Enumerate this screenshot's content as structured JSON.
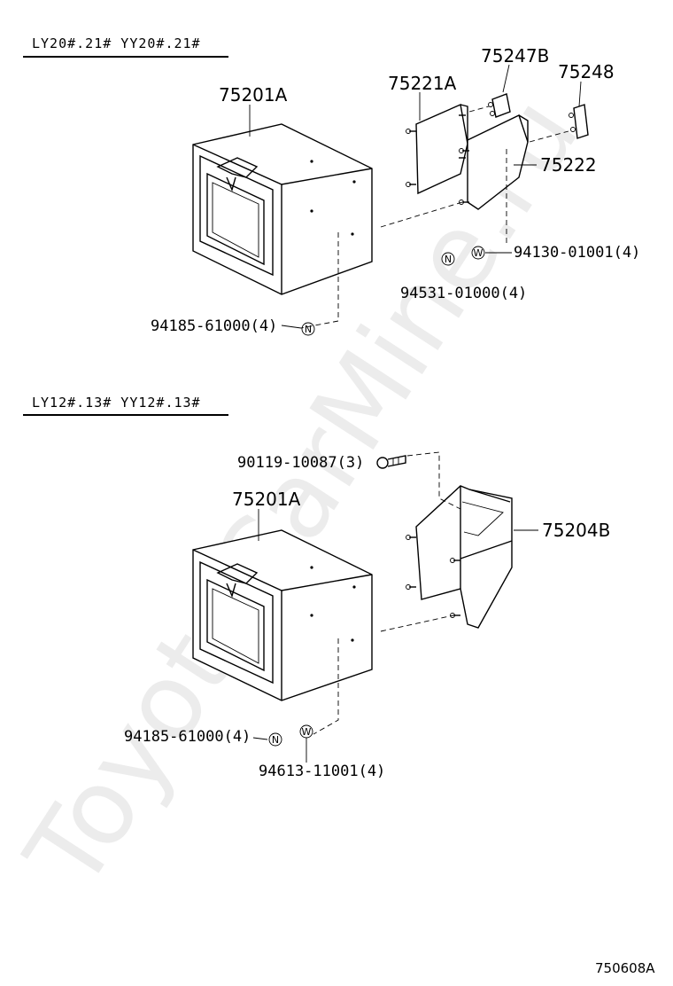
{
  "sections": [
    {
      "header": "LY20#.21# YY20#.21#",
      "labels": {
        "box": "75201A",
        "bracket_a": "75221A",
        "bracket_b": "75247B",
        "bracket_c": "75248",
        "bracket_d": "75222",
        "washer_right": "94130-01001(4)",
        "nut_right": "94531-01000(4)",
        "nut_left": "94185-61000(4)"
      },
      "symbols": {
        "nut": "N",
        "washer": "W"
      }
    },
    {
      "header": "LY12#.13# YY12#.13#",
      "labels": {
        "bolt": "90119-10087(3)",
        "box": "75201A",
        "bracket": "75204B",
        "nut_left": "94185-61000(4)",
        "washer": "94613-11001(4)"
      },
      "symbols": {
        "nut": "N",
        "washer": "W"
      }
    }
  ],
  "watermark": "ToyotaCarMine.ru",
  "drawing_ref": "750608A"
}
